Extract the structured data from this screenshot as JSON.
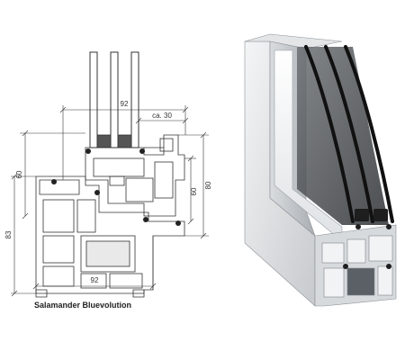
{
  "caption": "Salamander Bluevolution",
  "dimensions": {
    "top_width": "92",
    "glass_rebate": "ca. 30",
    "left_sash_height": "60",
    "left_total_height": "83",
    "right_inner_height": "60",
    "right_total_height": "80",
    "bottom_width": "92"
  },
  "colors": {
    "line": "#333333",
    "glass": "#3a3a3a",
    "profile_light": "#e6e8ea",
    "profile_mid": "#c9ccd0",
    "profile_dark": "#9aa0a6"
  }
}
